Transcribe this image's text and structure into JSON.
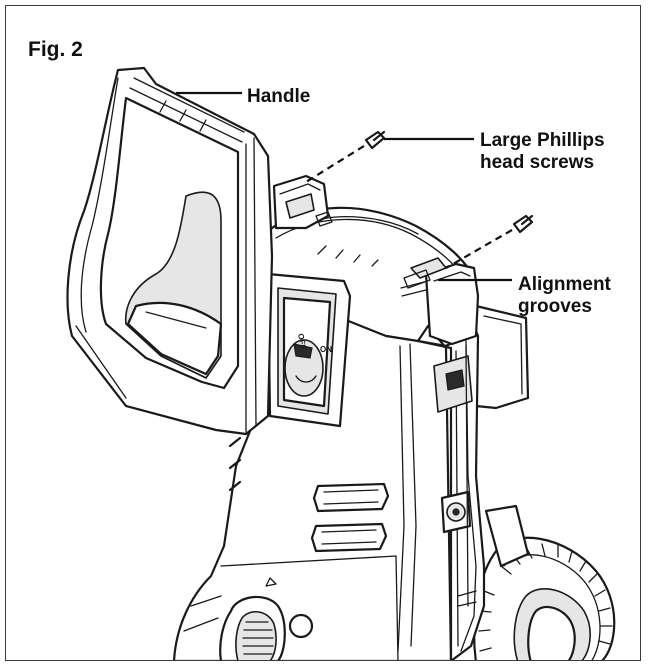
{
  "figure": {
    "title": "Fig. 2",
    "labels": {
      "handle": "Handle",
      "screws_line1": "Large Phillips",
      "screws_line2": "head screws",
      "grooves_line1": "Alignment",
      "grooves_line2": "grooves"
    },
    "switch": {
      "off": "OFF",
      "on": "ON"
    }
  },
  "colors": {
    "line": "#1a1a1a",
    "shade": "#e6e6e6",
    "border": "#3a3a3a"
  }
}
